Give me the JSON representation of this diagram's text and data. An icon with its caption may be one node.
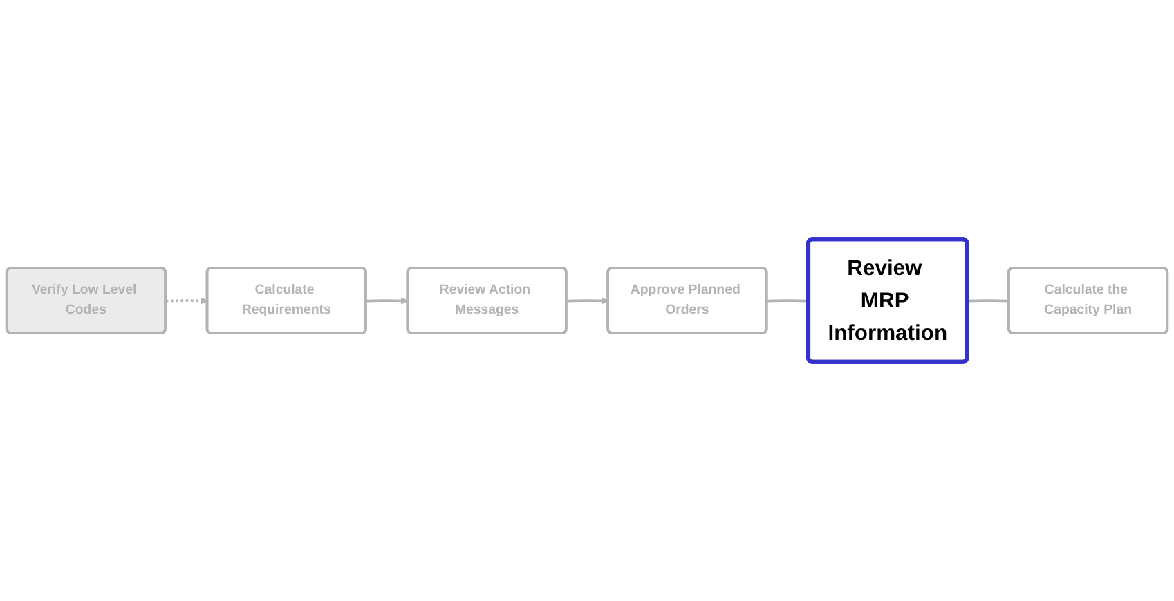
{
  "diagram": {
    "nodes": [
      {
        "text": [
          "Verify Low Level Codes"
        ]
      },
      {
        "text": [
          "Calculate Requirements"
        ]
      },
      {
        "text": [
          "Review Action Messages"
        ]
      },
      {
        "text": [
          "Approve Planned Orders"
        ]
      },
      {
        "text": [
          "Review MRP Information"
        ]
      },
      {
        "text": [
          "Calculate the Capacity Plan"
        ]
      }
    ],
    "edges": [
      {
        "from": 0,
        "to": 1,
        "arrow": "to",
        "style": "dashed"
      },
      {
        "from": 1,
        "to": 2,
        "arrow": "to"
      },
      {
        "from": 2,
        "to": 3,
        "arrow": "to"
      },
      {
        "from": 3,
        "to": 4,
        "arrow": "none"
      },
      {
        "from": 4,
        "to": 5,
        "arrow": "none"
      }
    ]
  }
}
